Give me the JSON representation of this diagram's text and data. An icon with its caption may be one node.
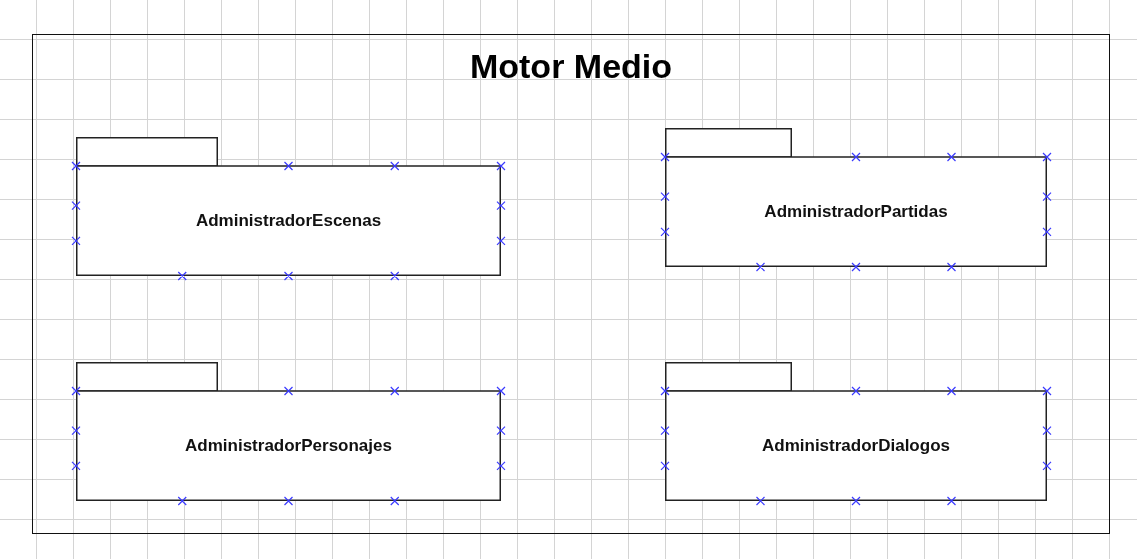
{
  "diagram": {
    "nodes": [
      {
        "text": [
          "Motor Medio"
        ]
      },
      {
        "text": [
          "AdministradorEscenas"
        ],
        "in": 0
      },
      {
        "text": [
          "AdministradorPartidas"
        ],
        "in": 0
      },
      {
        "text": [
          "AdministradorPersonajes"
        ],
        "in": 0
      },
      {
        "text": [
          "AdministradorDialogos"
        ],
        "in": 0
      }
    ]
  }
}
